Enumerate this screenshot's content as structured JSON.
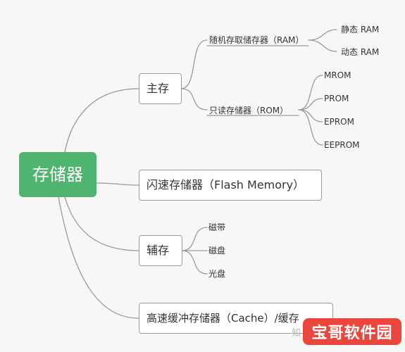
{
  "diagram": {
    "root": "存储器",
    "main_memory": {
      "label": "主存",
      "ram": {
        "label": "随机存取储存器（RAM）",
        "children": [
          "静态 RAM",
          "动态 RAM"
        ]
      },
      "rom": {
        "label": "只读存储器（ROM）",
        "children": [
          "MROM",
          "PROM",
          "EPROM",
          "EEPROM"
        ]
      }
    },
    "flash": {
      "label": "闪速存储器（Flash Memory）"
    },
    "aux_memory": {
      "label": "辅存",
      "children": [
        "磁带",
        "磁盘",
        "光盘"
      ]
    },
    "cache": {
      "label": "高速缓冲存储器（Cache）/缓存"
    }
  },
  "colors": {
    "root_fill": "#4fb46f",
    "line": "#9a9a9a",
    "watermark": "#e9473d"
  },
  "watermark": {
    "text": "宝哥软件园",
    "prefix": "知"
  }
}
